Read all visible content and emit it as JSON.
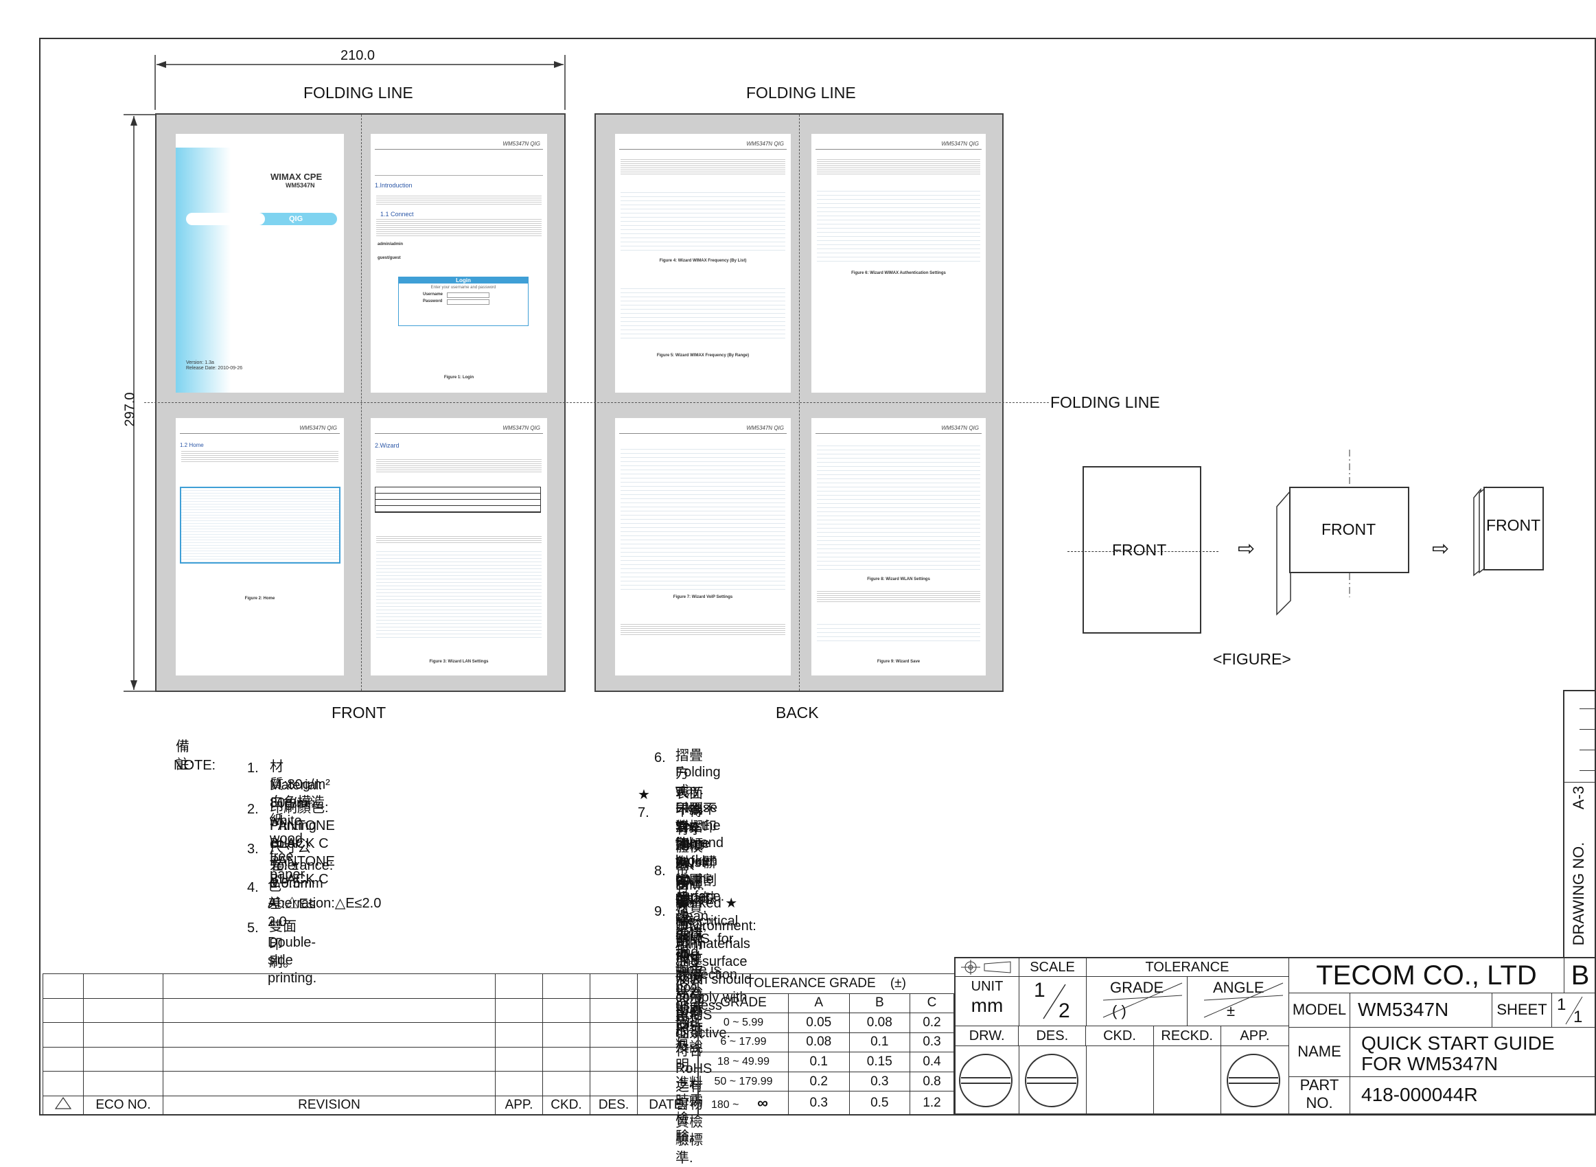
{
  "dimensions": {
    "width": "210.0",
    "height": "297.0"
  },
  "folding_line_label": "FOLDING LINE",
  "front_label": "FRONT",
  "back_label": "BACK",
  "figure_label": "<FIGURE>",
  "cover": {
    "title": "WIMAX CPE",
    "model": "WM5347N",
    "qig": "QIG",
    "version": "Version: 1.3a",
    "release": "Release Date: 2010-09-26"
  },
  "page_header": "WM5347N QIG",
  "pages": {
    "intro_title": "1.Introduction",
    "connect_title": "1.1  Connect",
    "admin": "admin/admin",
    "guest": "guest/guest",
    "login_title": "Login",
    "login_hint": "Enter your username and password",
    "username": "Username",
    "password": "Password",
    "fig1": "Figure 1: Login",
    "home_title": "1.2 Home",
    "fig2": "Figure 2: Home",
    "wizard_title": "2.Wizard",
    "fig3": "Figure 3: Wizard LAN Settings",
    "fig4": "Figure 4: Wizard WIMAX Frequency (By List)",
    "fig5": "Figure 5: Wizard WIMAX Frequency (By Range)",
    "fig6": "Figure 6: Wizard WIMAX Authentication Settings",
    "fig7": "Figure 7: Wizard VoIP Settings",
    "fig8": "Figure 8: Wizard WLAN Settings",
    "fig9": "Figure 9: Wizard Save"
  },
  "fold_demo": {
    "front": "FRONT",
    "arrow": "⇨"
  },
  "notes": {
    "remark": "備註:",
    "note": "NOTE:",
    "items": [
      {
        "num": "1.",
        "zh": "材質:80g/m²白色模造紙",
        "en": "Material: 80g/m² white wood free paper"
      },
      {
        "num": "2.",
        "zh": "印刷顏色: PANTONE BLACK C",
        "en": "Printing color: PANTONE BLACK C"
      },
      {
        "num": "3.",
        "zh": "尺寸公差: ± 0.5mm",
        "en": "Tolerance: ± 0.5mm"
      },
      {
        "num": "4.",
        "zh": "色差:△E≤ 2.0",
        "en": "Aberration:△E≤2.0"
      },
      {
        "num": "5.",
        "zh": "雙面印刷。",
        "en": "Double-side printing."
      },
      {
        "num": "6.",
        "zh": "摺疊方式: 一張對摺兩次,如圖示。",
        "en": "Folding way: Please see the figure to fold up the paper."
      },
      {
        "num": "★ 7.",
        "zh": "表面不得有字體模糊、字體錯誤、破損、規定以外地方的折痕、",
        "zh2": "印刷不清、印刷傾斜、髒污、割痕、缺邊……等情況。",
        "en": "The texts must be clear, clean, right and there is no useless fold,",
        "en2": "filth and broken on surface."
      },
      {
        "num": "8.",
        "zh": "帶有\" ★ \"符號的尺寸或備註為重要尺寸及說明,進料時需檢驗。",
        "en": "DIM. marked ★ are critical DIMS, for IQC inspection."
      },
      {
        "num": "9.",
        "zh": "材質, 噴漆, 印刷油墨及表面殘留物均須符合 RoHS 之有害物質檢驗標準.",
        "en": "Environment: All materials and surface finish should comply with RoHS directive."
      }
    ]
  },
  "revision_block": {
    "eco": "ECO NO.",
    "revision": "REVISION",
    "app": "APP.",
    "ckd": "CKD.",
    "des": "DES.",
    "date": "DATE."
  },
  "tolerance_grade": {
    "title": "TOLERANCE GRADE",
    "unit": "(±)",
    "headers": [
      "GRADE",
      "A",
      "B",
      "C"
    ],
    "rows": [
      [
        "0 ~ 5.99",
        "0.05",
        "0.08",
        "0.2"
      ],
      [
        "6 ~ 17.99",
        "0.08",
        "0.1",
        "0.3"
      ],
      [
        "18 ~ 49.99",
        "0.1",
        "0.15",
        "0.4"
      ],
      [
        "50 ~ 179.99",
        "0.2",
        "0.3",
        "0.8"
      ],
      [
        "180 ~",
        "0.3",
        "0.5",
        "1.2"
      ]
    ],
    "infinity": "∞"
  },
  "title_block": {
    "scale": "SCALE",
    "tolerance": "TOLERANCE",
    "unit": "UNIT",
    "mm": "mm",
    "scale_num": "1",
    "scale_den": "2",
    "grade": "GRADE",
    "grade_val": "(   )",
    "angle": "ANGLE",
    "angle_val": "±",
    "drw": "DRW.",
    "des": "DES.",
    "ckd": "CKD.",
    "reckd": "RECKD.",
    "app": "APP.",
    "company": "TECOM CO., LTD",
    "rev": "B",
    "model_label": "MODEL",
    "model": "WM5347N",
    "sheet_label": "SHEET",
    "sheet_num": "1",
    "sheet_den": "1",
    "name_label": "NAME",
    "name1": "QUICK START GUIDE",
    "name2": "FOR WM5347N",
    "part_label1": "PART",
    "part_label2": "NO.",
    "part": "418-000044R",
    "drawing_no_label": "DRAWING NO.",
    "drawing_no": "A-3"
  }
}
